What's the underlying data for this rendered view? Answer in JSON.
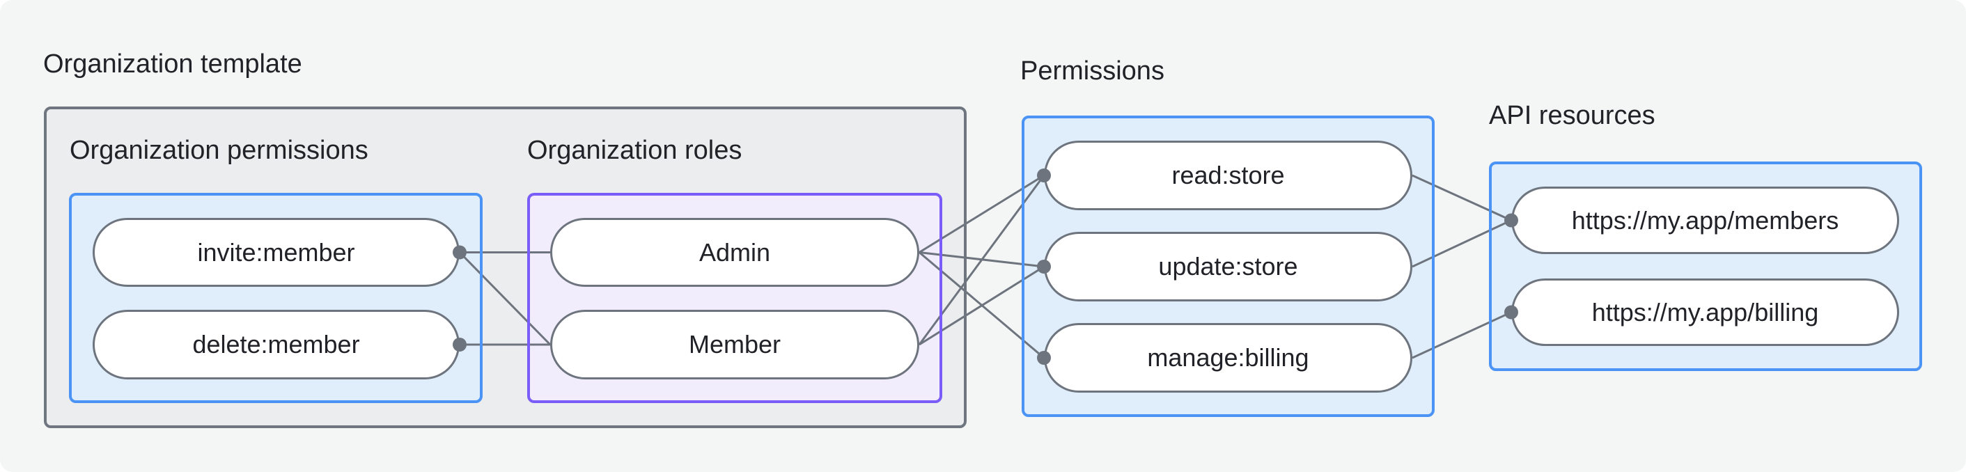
{
  "labels": {
    "template": "Organization template",
    "org_permissions": "Organization permissions",
    "org_roles": "Organization roles",
    "permissions": "Permissions",
    "api_resources": "API resources"
  },
  "pills": {
    "invite": "invite:member",
    "delete": "delete:member",
    "admin": "Admin",
    "member": "Member",
    "read": "read:store",
    "update": "update:store",
    "manage": "manage:billing",
    "members_api": "https://my.app/members",
    "billing_api": "https://my.app/billing"
  },
  "edges": [
    {
      "from": "invite",
      "from_side": "right",
      "to": "admin",
      "to_side": "left"
    },
    {
      "from": "invite",
      "from_side": "right",
      "to": "member",
      "to_side": "left"
    },
    {
      "from": "delete",
      "from_side": "right",
      "to": "member",
      "to_side": "left"
    },
    {
      "from": "admin",
      "from_side": "right",
      "to": "read",
      "to_side": "left"
    },
    {
      "from": "admin",
      "from_side": "right",
      "to": "update",
      "to_side": "left"
    },
    {
      "from": "admin",
      "from_side": "right",
      "to": "manage",
      "to_side": "left"
    },
    {
      "from": "member",
      "from_side": "right",
      "to": "read",
      "to_side": "left"
    },
    {
      "from": "member",
      "from_side": "right",
      "to": "update",
      "to_side": "left"
    },
    {
      "from": "read",
      "from_side": "right",
      "to": "members_api",
      "to_side": "left"
    },
    {
      "from": "update",
      "from_side": "right",
      "to": "members_api",
      "to_side": "left"
    },
    {
      "from": "manage",
      "from_side": "right",
      "to": "billing_api",
      "to_side": "left"
    }
  ],
  "dots": [
    {
      "node": "invite",
      "side": "right"
    },
    {
      "node": "delete",
      "side": "right"
    },
    {
      "node": "read",
      "side": "left"
    },
    {
      "node": "update",
      "side": "left"
    },
    {
      "node": "manage",
      "side": "left"
    },
    {
      "node": "members_api",
      "side": "left"
    },
    {
      "node": "billing_api",
      "side": "left"
    }
  ],
  "style": {
    "line_color": "#6d747e",
    "line_width": 3,
    "dot_radius": 10,
    "blue_border": "#4b94f6",
    "blue_fill": "#e0eefb",
    "purple_border": "#7a5cf8",
    "purple_fill": "#f2edfd",
    "gray_border": "#6f7680",
    "gray_fill": "#ecedee",
    "canvas_bg": "#f4f6f6",
    "text_color": "#212227"
  }
}
